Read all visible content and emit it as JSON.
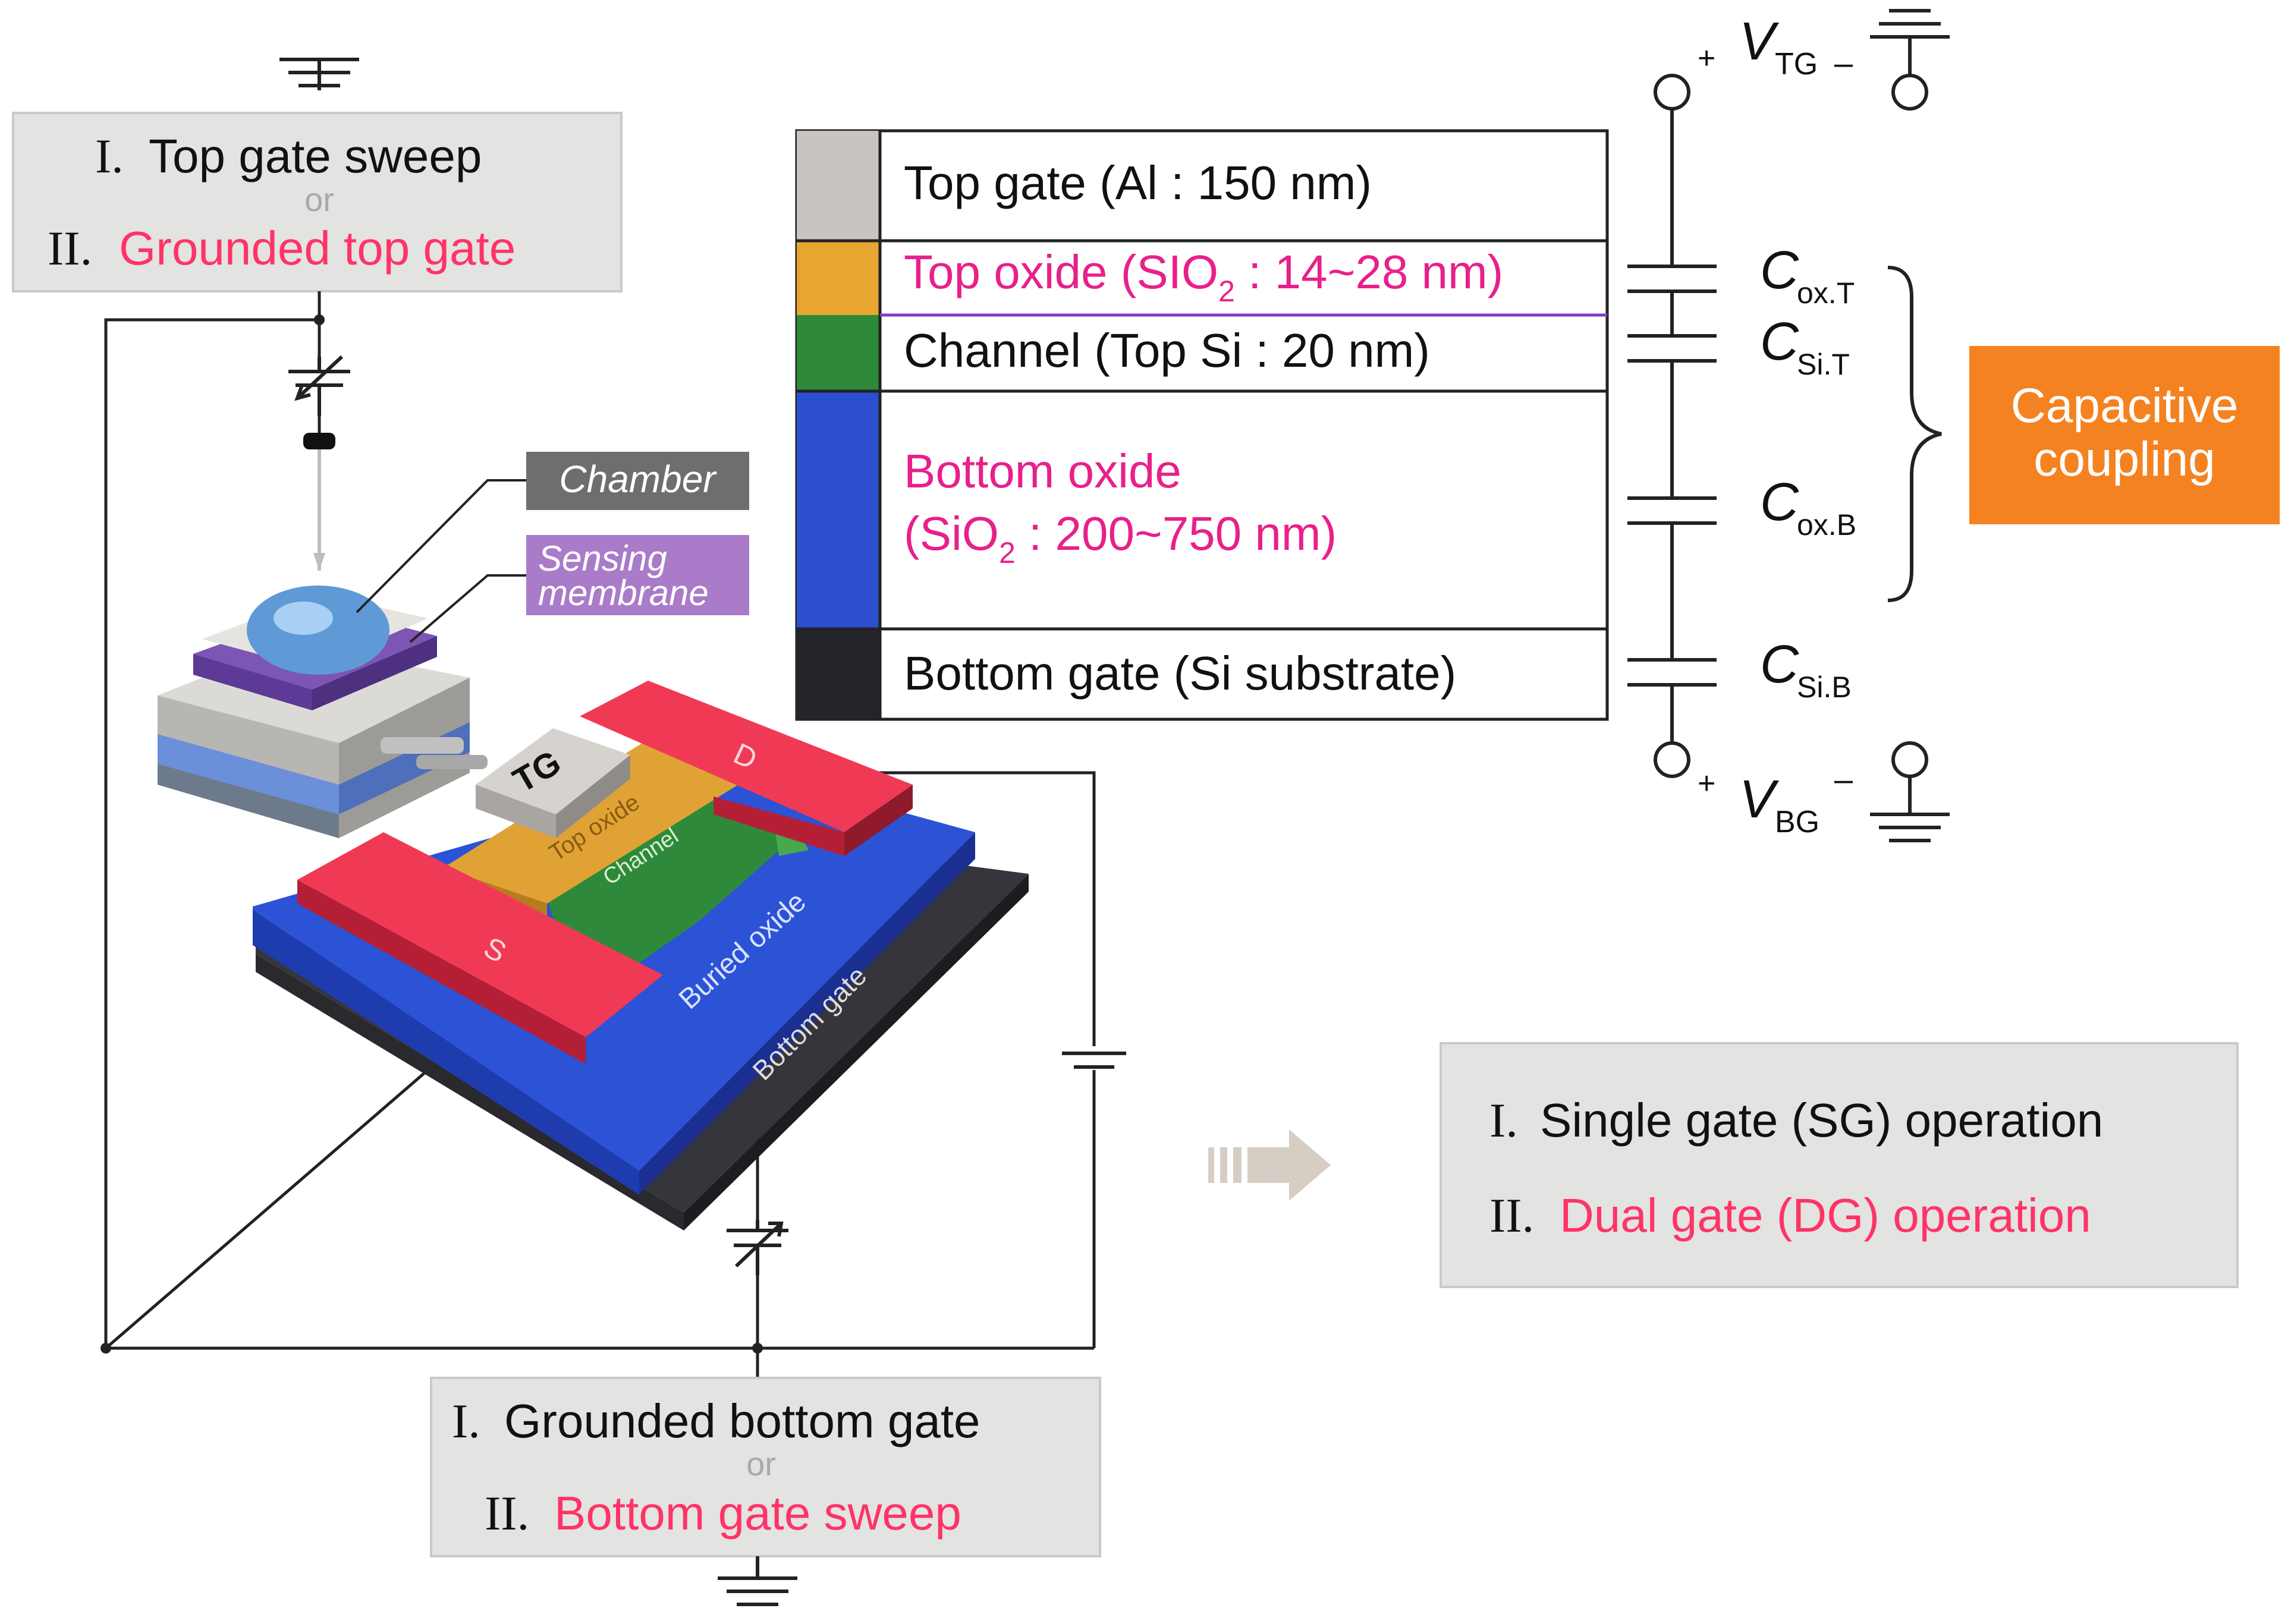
{
  "top_control": {
    "roman1": "I.",
    "item1": "Top gate sweep",
    "or": "or",
    "roman2": "II.",
    "item2": "Grounded top gate"
  },
  "bottom_control": {
    "roman1": "I.",
    "item1": "Grounded bottom gate",
    "or": "or",
    "roman2": "II.",
    "item2": "Bottom gate sweep"
  },
  "device_callouts": {
    "chamber": "Chamber",
    "membrane_line1": "Sensing",
    "membrane_line2": "membrane"
  },
  "device_labels": {
    "tg": "TG",
    "top_oxide": "Top oxide",
    "channel": "Channel",
    "drain": "D",
    "source": "S",
    "buried_oxide": "Buried oxide",
    "bottom_gate": "Bottom gate"
  },
  "layer_stack": {
    "top_gate": "Top gate (Al : 150 nm)",
    "top_oxide_a": "Top oxide (SIO",
    "top_oxide_sub": "2",
    "top_oxide_b": " : 14~28 nm)",
    "channel": "Channel (Top Si : 20 nm)",
    "bottom_oxide_1": "Bottom oxide",
    "bottom_oxide_2a": "(SiO",
    "bottom_oxide_2sub": "2",
    "bottom_oxide_2b": " : 200~750 nm)",
    "bottom_gate": "Bottom gate (Si substrate)"
  },
  "circuit": {
    "v": "V",
    "vtg_sub": "TG",
    "vbg_sub": "BG",
    "plus": "+",
    "minus": "–",
    "c": "C",
    "cox_t": "ox.T",
    "csi_t": "Si.T",
    "cox_b": "ox.B",
    "csi_b": "Si.B"
  },
  "coupling": {
    "line1": "Capacitive",
    "line2": "coupling"
  },
  "operations": {
    "roman1": "I.",
    "item1": "Single gate (SG) operation",
    "roman2": "II.",
    "item2": "Dual gate (DG) operation"
  },
  "colors": {
    "top_gate": "#c8c4c0",
    "top_oxide": "#e8a630",
    "channel": "#2e8a3a",
    "bottom_oxide": "#2b4fcf",
    "bottom_gate": "#25242a",
    "coupling_box": "#f58220",
    "highlight_text": "#ff3366",
    "panel": "#e3e3e1"
  }
}
